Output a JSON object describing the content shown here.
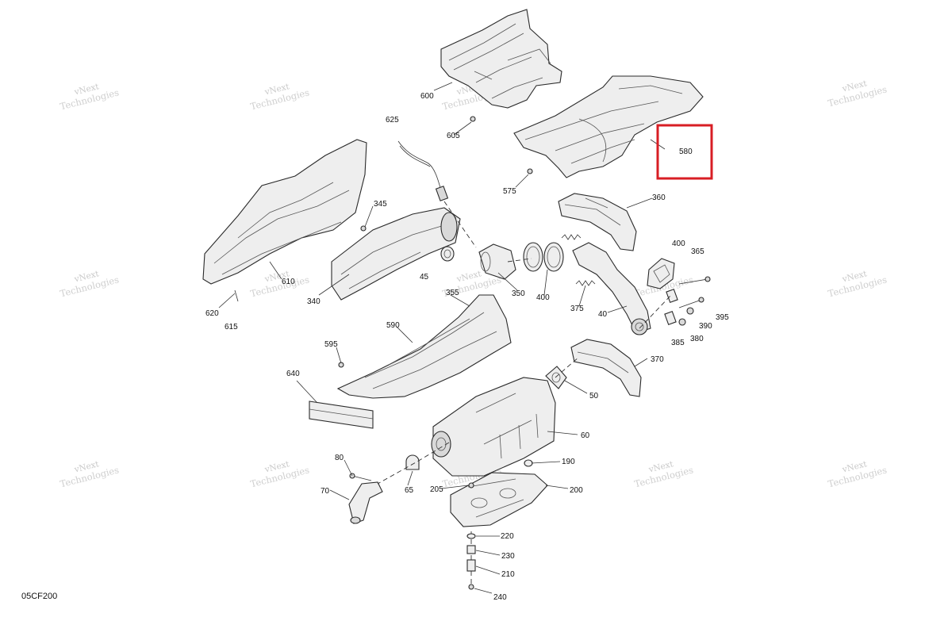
{
  "diagram_code": "05CF200",
  "watermark": {
    "line1": "vNext",
    "line2": "Technologies",
    "full": "vNext Technologies"
  },
  "highlight": {
    "label": "580",
    "color": "#d81e24"
  },
  "callouts": [
    "600",
    "605",
    "625",
    "575",
    "580",
    "360",
    "345",
    "610",
    "620",
    "615",
    "340",
    "45",
    "350",
    "400",
    "375",
    "40",
    "365",
    "395",
    "390",
    "380",
    "385",
    "355",
    "590",
    "595",
    "640",
    "370",
    "50",
    "60",
    "190",
    "200",
    "80",
    "70",
    "65",
    "205",
    "220",
    "230",
    "210",
    "240"
  ]
}
